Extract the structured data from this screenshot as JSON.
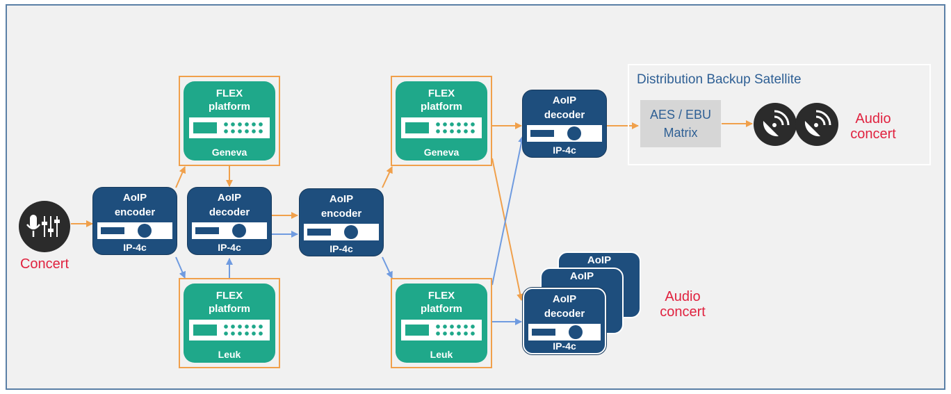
{
  "flex": {
    "title_line1": "FLEX",
    "title_line2": "platform",
    "site_geneva": "Geneva",
    "site_leuk": "Leuk"
  },
  "aoip": {
    "brand": "AoIP",
    "encoder": "encoder",
    "decoder": "decoder",
    "model": "IP-4c"
  },
  "source": {
    "label": "Concert"
  },
  "backup": {
    "title": "Distribution Backup Satellite",
    "matrix_line1": "AES / EBU",
    "matrix_line2": "Matrix"
  },
  "outputs": {
    "audio_concert_top_line1": "Audio",
    "audio_concert_top_line2": "concert",
    "audio_concert_bottom_line1": "Audio",
    "audio_concert_bottom_line2": "concert"
  },
  "icons": {
    "source": "microphone-mixer-icon",
    "satellite1": "satellite-dish-icon",
    "satellite2": "satellite-dish-icon"
  },
  "colors": {
    "orange_link": "#f0a04b",
    "blue_link": "#6f9be0",
    "flex_green": "#1fa88a",
    "aoip_navy": "#1e4e7d",
    "red_text": "#e0223f",
    "title_blue": "#2e5f94"
  }
}
